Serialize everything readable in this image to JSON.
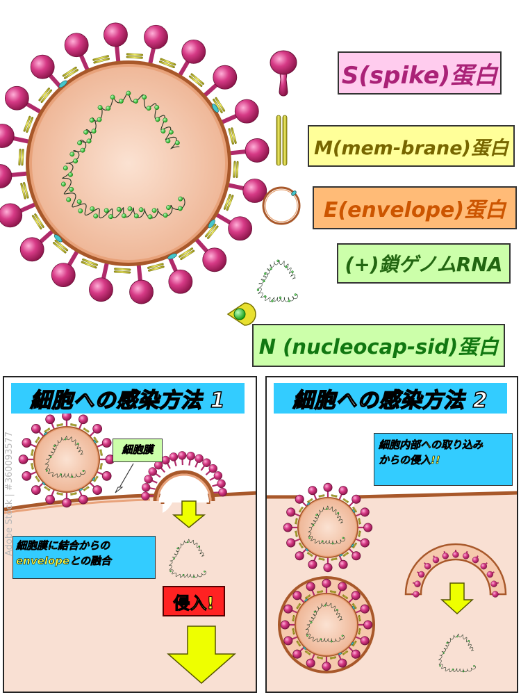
{
  "legend": {
    "spike": "S(spike)蛋白",
    "membrane": "M(mem-brane)蛋白",
    "envelope": "E(envelope)蛋白",
    "rna": "(+)鎖ゲノムRNA",
    "nucleocapsid": "N (nucleocap-sid)蛋白"
  },
  "panel1": {
    "title": "細胞への感染方法 1",
    "membrane_label": "細胞膜",
    "fusion_text_line1": "細胞膜に結合からの",
    "fusion_text_line2": "envelopeとの融合",
    "invasion_label": "侵入!"
  },
  "panel2": {
    "title": "細胞への感染方法 2",
    "uptake_text_line1": "細胞内部への取り込み",
    "uptake_text_line2": "からの侵入!!"
  },
  "watermark": "Adobe Stock | #360093577",
  "colors": {
    "spike": "#d63a86",
    "membrane_protein": "#d8d24a",
    "envelope_ring": "#a8582a",
    "virus_interior": "#f6c9ad",
    "rna_green": "#44cc44",
    "cell": "#f9e0d3",
    "label_spike_bg": "#ffccee",
    "label_membrane_bg": "#ffff99",
    "label_envelope_bg": "#ffbb77",
    "label_green_bg": "#ccffaa",
    "panel_title_bg": "#33ccff",
    "invasion_bg": "#ff2222",
    "arrow_yellow": "#eeff00"
  }
}
